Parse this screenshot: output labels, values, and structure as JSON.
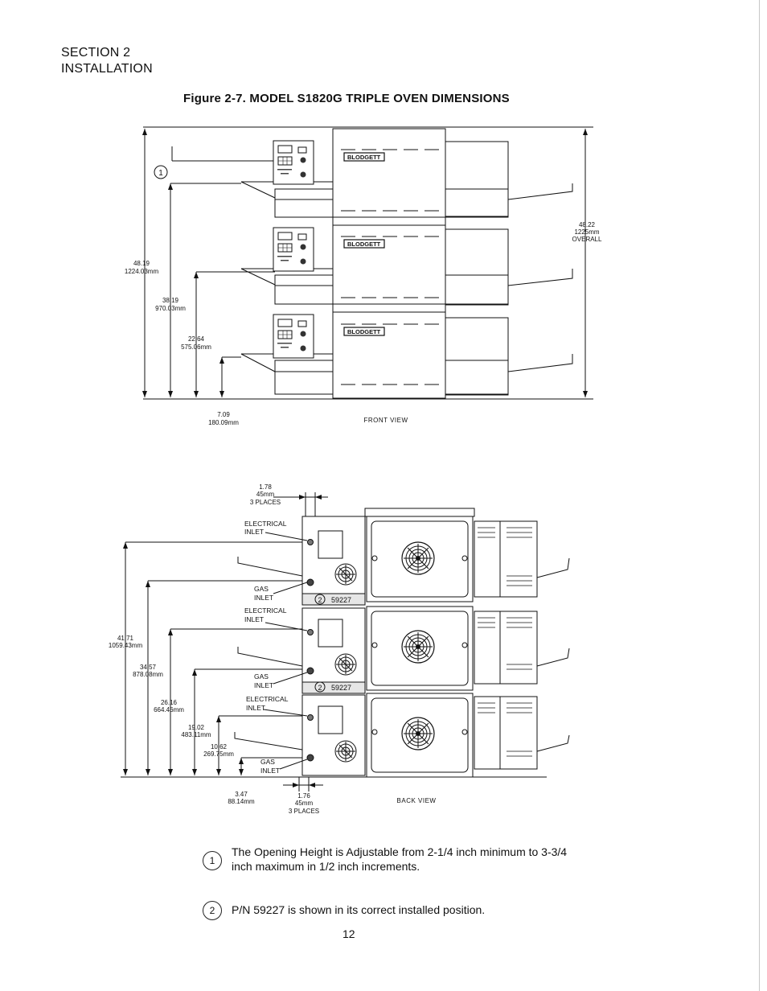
{
  "header": {
    "section": "SECTION 2",
    "subsection": "INSTALLATION"
  },
  "figure": {
    "title": "Figure 2-7.  MODEL S1820G TRIPLE OVEN DIMENSIONS"
  },
  "front_view": {
    "view_label": "FRONT VIEW",
    "brand": "BLODGETT",
    "callout_1": "1",
    "dims": {
      "overall_in": "48.19",
      "overall_mm": "1224.03mm",
      "overall_r_in": "48.22",
      "overall_r_mm": "1225mm",
      "overall_r_text": "OVERALL",
      "d1_in": "38.19",
      "d1_mm": "970.03mm",
      "d2_in": "22.64",
      "d2_mm": "575.06mm",
      "d3_in": "7.09",
      "d3_mm": "180.09mm"
    }
  },
  "back_view": {
    "view_label": "BACK VIEW",
    "electrical_1": "ELECTRICAL",
    "electrical_2": "INLET",
    "gas_1": "GAS",
    "gas_2": "INLET",
    "part_callout": "2",
    "part_number": "59227",
    "dims": {
      "top_in": "1.78",
      "top_mm": "45mm",
      "top_places": "3 PLACES",
      "d1_in": "41.71",
      "d1_mm": "1059.43mm",
      "d2_in": "34.57",
      "d2_mm": "878.08mm",
      "d3_in": "26.16",
      "d3_mm": "664.46mm",
      "d4_in": "19.02",
      "d4_mm": "483.11mm",
      "d5_in": "10.62",
      "d5_mm": "269.75mm",
      "d6_in": "3.47",
      "d6_mm": "88.14mm",
      "bot_in": "1.76",
      "bot_mm": "45mm",
      "bot_places": "3 PLACES"
    }
  },
  "notes": [
    {
      "num": "1",
      "text": "The Opening Height is Adjustable from 2-1/4 inch minimum to 3-3/4 inch maximum in 1/2 inch increments."
    },
    {
      "num": "2",
      "text": "P/N 59227 is shown in its correct installed position."
    }
  ],
  "page_number": "12"
}
